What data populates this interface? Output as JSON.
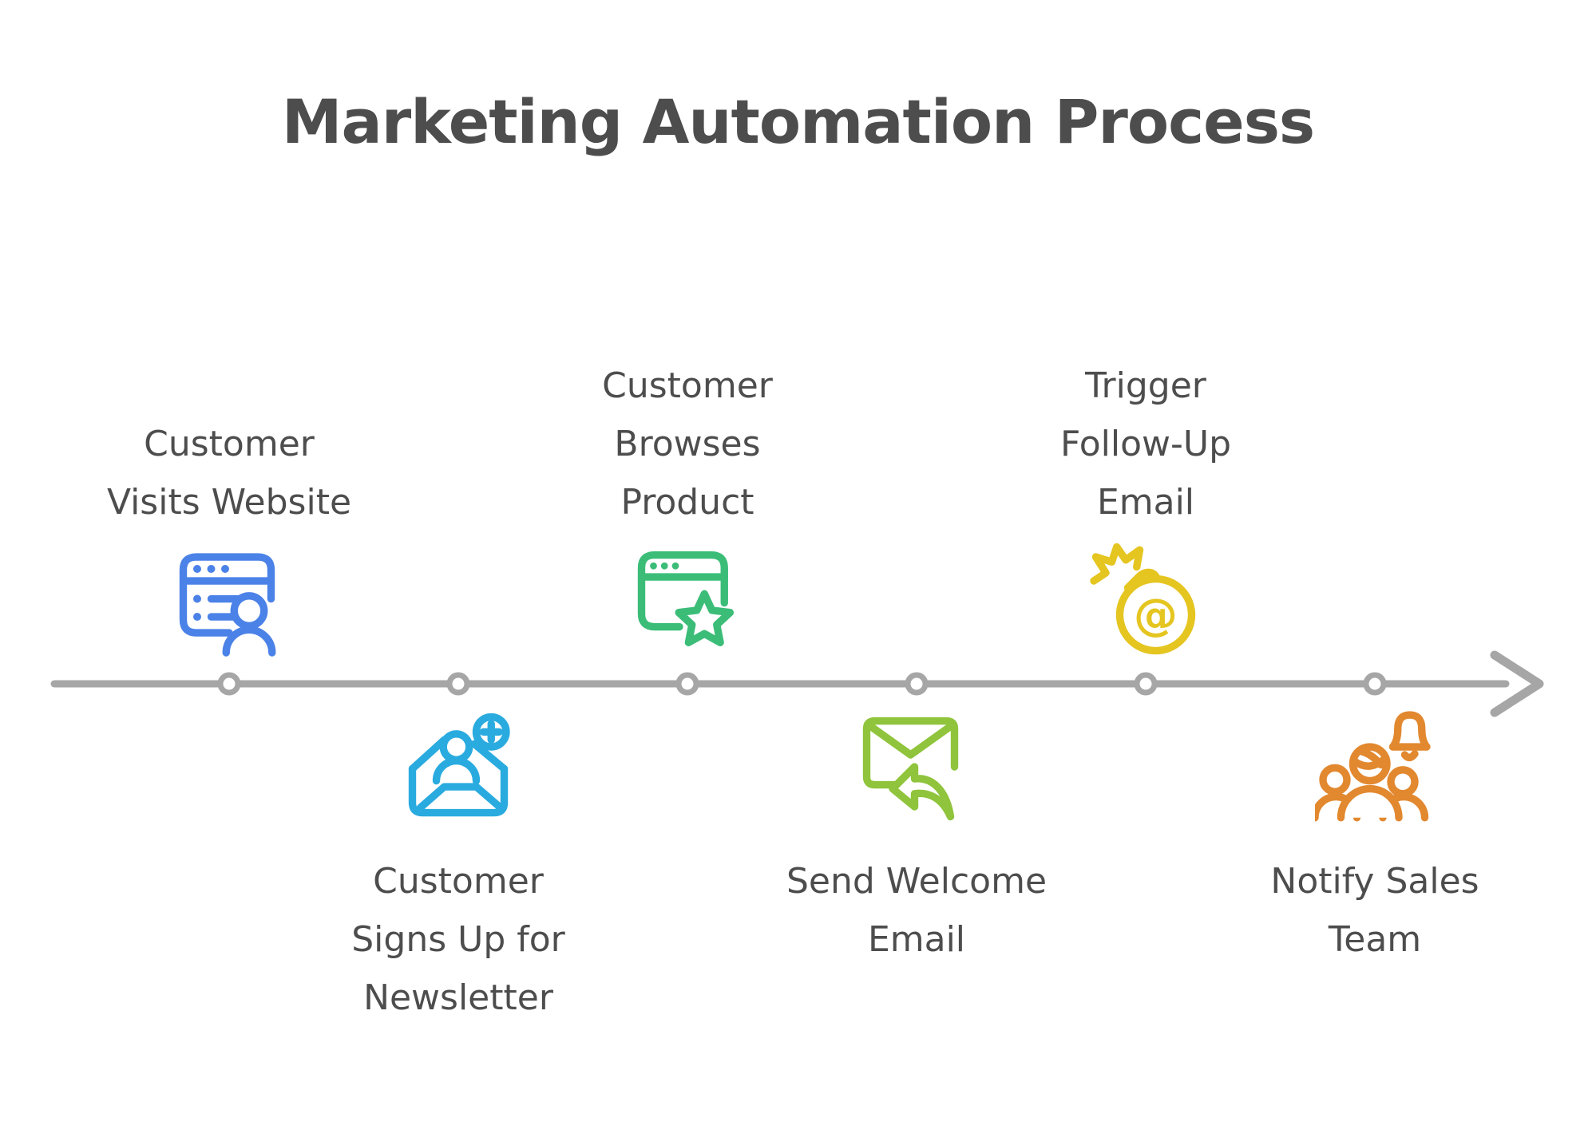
{
  "title": "Marketing Automation Process",
  "timeline": {
    "line_color": "#a6a6a6",
    "node_count": 6,
    "direction": "left-to-right-arrow"
  },
  "steps": [
    {
      "label": "Customer\nVisits Website",
      "side": "above",
      "color": "#4b82e8",
      "icon": "browser-user-icon"
    },
    {
      "label": "Customer\nSigns Up for\nNewsletter",
      "side": "below",
      "color": "#2aabdf",
      "icon": "envelope-add-user-icon"
    },
    {
      "label": "Customer\nBrowses\nProduct",
      "side": "above",
      "color": "#3bbd78",
      "icon": "browser-star-icon"
    },
    {
      "label": "Send Welcome\nEmail",
      "side": "below",
      "color": "#8fc43c",
      "icon": "envelope-reply-icon"
    },
    {
      "label": "Trigger\nFollow-Up\nEmail",
      "side": "above",
      "color": "#e5c520",
      "icon": "email-bomb-icon"
    },
    {
      "label": "Notify Sales\nTeam",
      "side": "below",
      "color": "#e2882f",
      "icon": "people-bell-icon"
    }
  ],
  "text_color": "#4d4d4d"
}
